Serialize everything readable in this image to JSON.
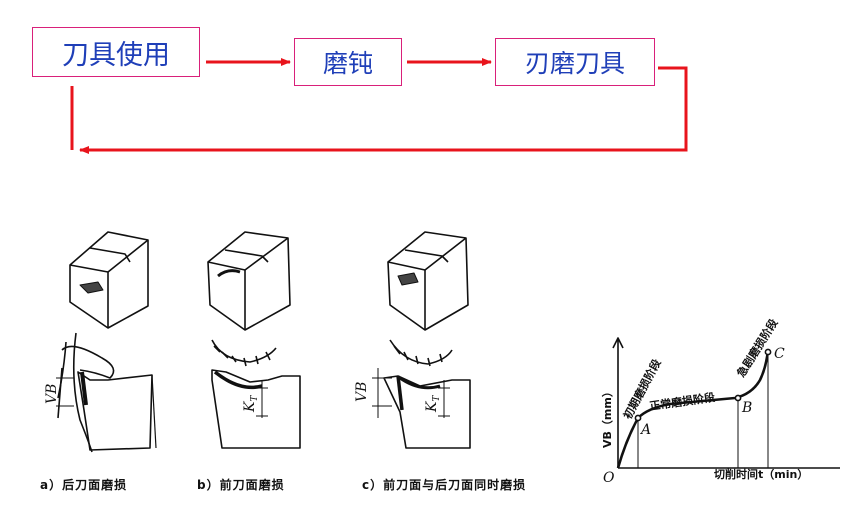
{
  "flow": {
    "step1": "刀具使用",
    "step2": "磨钝",
    "step3": "刃磨刀具"
  },
  "figures": {
    "a_caption": "a）后刀面磨损",
    "b_caption": "b）前刀面磨损",
    "c_caption": "c）前刀面与后刀面同时磨损",
    "vb_label": "VB",
    "kt_label": "K",
    "kt_sub": "T"
  },
  "wear_curve": {
    "y_axis_label": "VB（mm）",
    "x_axis_label": "切削时间t（min）",
    "origin_label": "O",
    "point_a": "A",
    "point_b": "B",
    "point_c": "C",
    "stage1": "初期磨损阶段",
    "stage2": "正常磨损阶段",
    "stage3": "急剧磨损阶段"
  },
  "colors": {
    "flow_arrow": "#e8141c",
    "box_border": "#d9207a",
    "box_text": "#1f3fb8"
  }
}
